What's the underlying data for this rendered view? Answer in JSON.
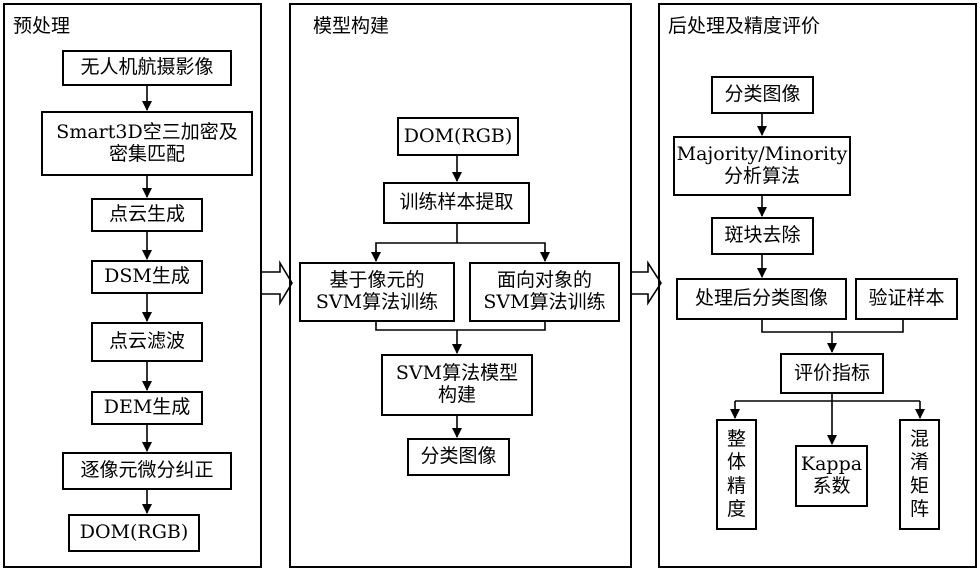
{
  "panels": {
    "preprocess": {
      "title": "预处理",
      "steps": [
        "无人机航摄影像",
        "Smart3D空三加密及",
        "密集匹配",
        "点云生成",
        "DSM生成",
        "点云滤波",
        "DEM生成",
        "逐像元微分纠正",
        "DOM(RGB)"
      ]
    },
    "model": {
      "title": "模型构建",
      "input": "DOM(RGB)",
      "sample": "训练样本提取",
      "pixel_line1": "基于像元的",
      "pixel_line2": "SVM算法训练",
      "object_line1": "面向对象的",
      "object_line2": "SVM算法训练",
      "model_line1": "SVM算法模型",
      "model_line2": "构建",
      "output": "分类图像"
    },
    "post": {
      "title": "后处理及精度评价",
      "classified": "分类图像",
      "majority_line1": "Majority/Minority",
      "majority_line2": "分析算法",
      "patch": "斑块去除",
      "processed": "处理后分类图像",
      "validation": "验证样本",
      "evaluation": "评价指标",
      "overall": [
        "整",
        "体",
        "精",
        "度"
      ],
      "kappa_line1": "Kappa",
      "kappa_line2": "系数",
      "confusion": [
        "混",
        "淆",
        "矩",
        "阵"
      ]
    }
  }
}
